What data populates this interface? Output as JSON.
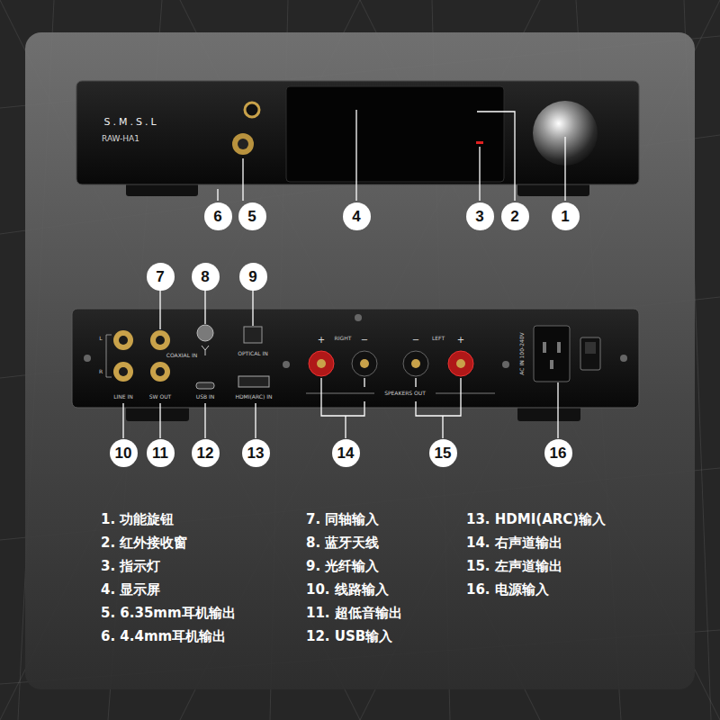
{
  "diagram": {
    "nodes": [
      {
        "text": [
          "6"
        ]
      },
      {
        "text": [
          "5"
        ]
      },
      {
        "text": [
          "4"
        ]
      },
      {
        "text": [
          "3"
        ]
      },
      {
        "text": [
          "2"
        ]
      },
      {
        "text": [
          "1"
        ]
      },
      {
        "text": [
          "7"
        ]
      },
      {
        "text": [
          "8"
        ]
      },
      {
        "text": [
          "9"
        ]
      },
      {
        "text": [
          "10"
        ]
      },
      {
        "text": [
          "11"
        ]
      },
      {
        "text": [
          "12"
        ]
      },
      {
        "text": [
          "13"
        ]
      },
      {
        "text": [
          "14"
        ]
      },
      {
        "text": [
          "15"
        ]
      },
      {
        "text": [
          "16"
        ]
      }
    ],
    "labels": [
      "S.M.S.L",
      "RAW-HA1",
      "L",
      "R",
      "COAXIAL IN",
      "LINE IN",
      "SW OUT",
      "USB IN",
      "HDMI(ARC) IN",
      "OPTICAL IN",
      "+",
      "RIGHT",
      "−",
      "−",
      "LEFT",
      "+",
      "SPEAKERS OUT",
      "AC IN 100-240V",
      "1. 功能旋钮",
      "2. 红外接收窗",
      "3. 指示灯",
      "4. 显示屏",
      "5. 6.35mm耳机输出",
      "6. 4.4mm耳机输出",
      "7. 同轴输入",
      "8. 蓝牙天线",
      "9. 光纤输入",
      "10. 线路输入",
      "11. 超低音输出",
      "12. USB输入",
      "13. HDMI(ARC)输入",
      "14. 右声道输出",
      "15. 左声道输出",
      "16. 电源输入"
    ]
  }
}
